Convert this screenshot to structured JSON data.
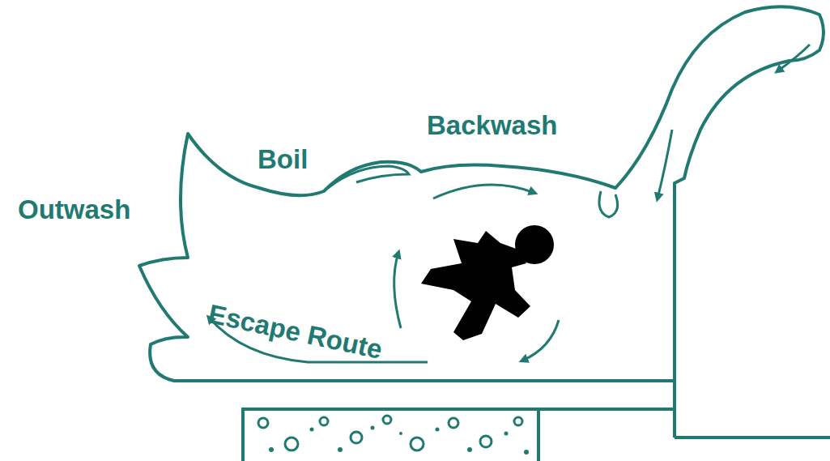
{
  "diagram": {
    "labels": [
      "Outwash",
      "Boil",
      "Backwash",
      "Escape Route"
    ]
  }
}
